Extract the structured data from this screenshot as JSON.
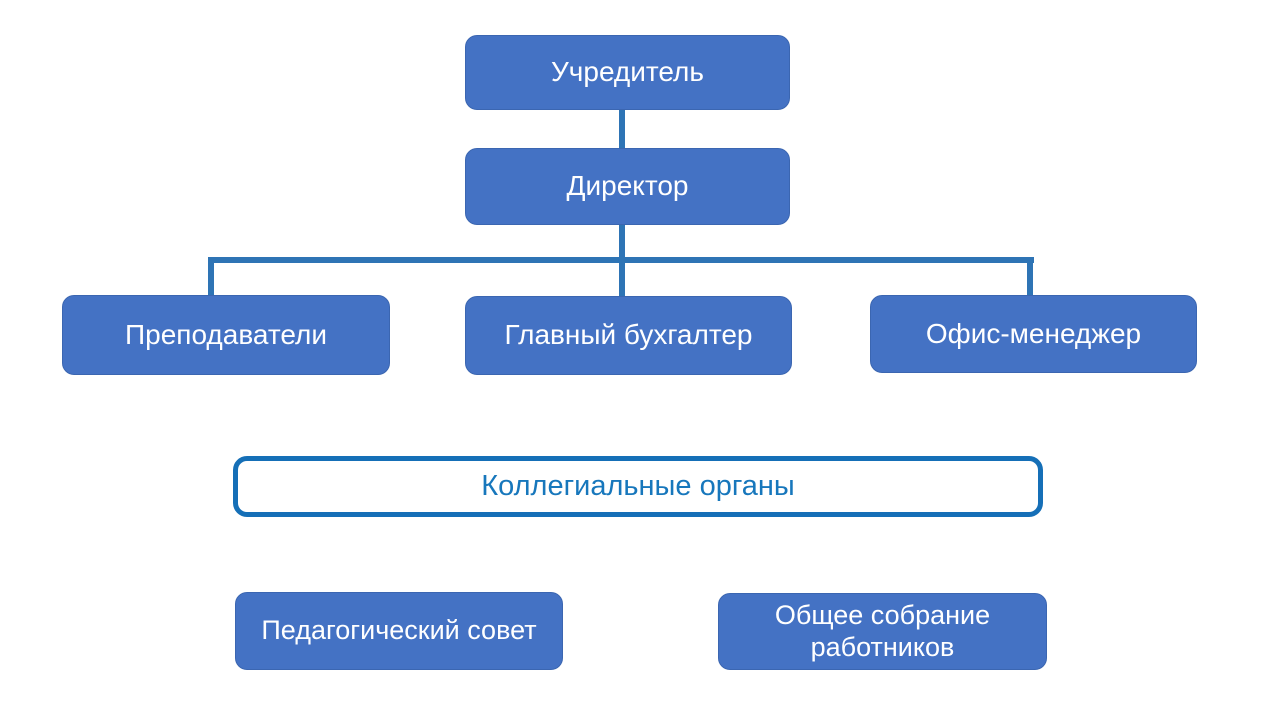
{
  "colors": {
    "background": "#FFFFFF",
    "box_fill": "#4472C4",
    "box_border": "#3B66B1",
    "box_text": "#FFFFFF",
    "connector": "#2E74B5",
    "outline_border": "#156FB7",
    "outline_text": "#1777BC"
  },
  "org_chart": {
    "nodes": {
      "founder": {
        "label": "Учредитель"
      },
      "director": {
        "label": "Директор"
      },
      "teachers": {
        "label": "Преподаватели"
      },
      "chief_accountant": {
        "label": "Главный бухгалтер"
      },
      "office_manager": {
        "label": "Офис-менеджер"
      },
      "collegial_bodies": {
        "label": "Коллегиальные органы"
      },
      "pedagogical_council": {
        "label": "Педагогический совет"
      },
      "workers_general_meeting": {
        "label": "Общее собрание работников"
      }
    },
    "edges": [
      {
        "from": "founder",
        "to": "director"
      },
      {
        "from": "director",
        "to": "teachers"
      },
      {
        "from": "director",
        "to": "chief_accountant"
      },
      {
        "from": "director",
        "to": "office_manager"
      }
    ]
  }
}
